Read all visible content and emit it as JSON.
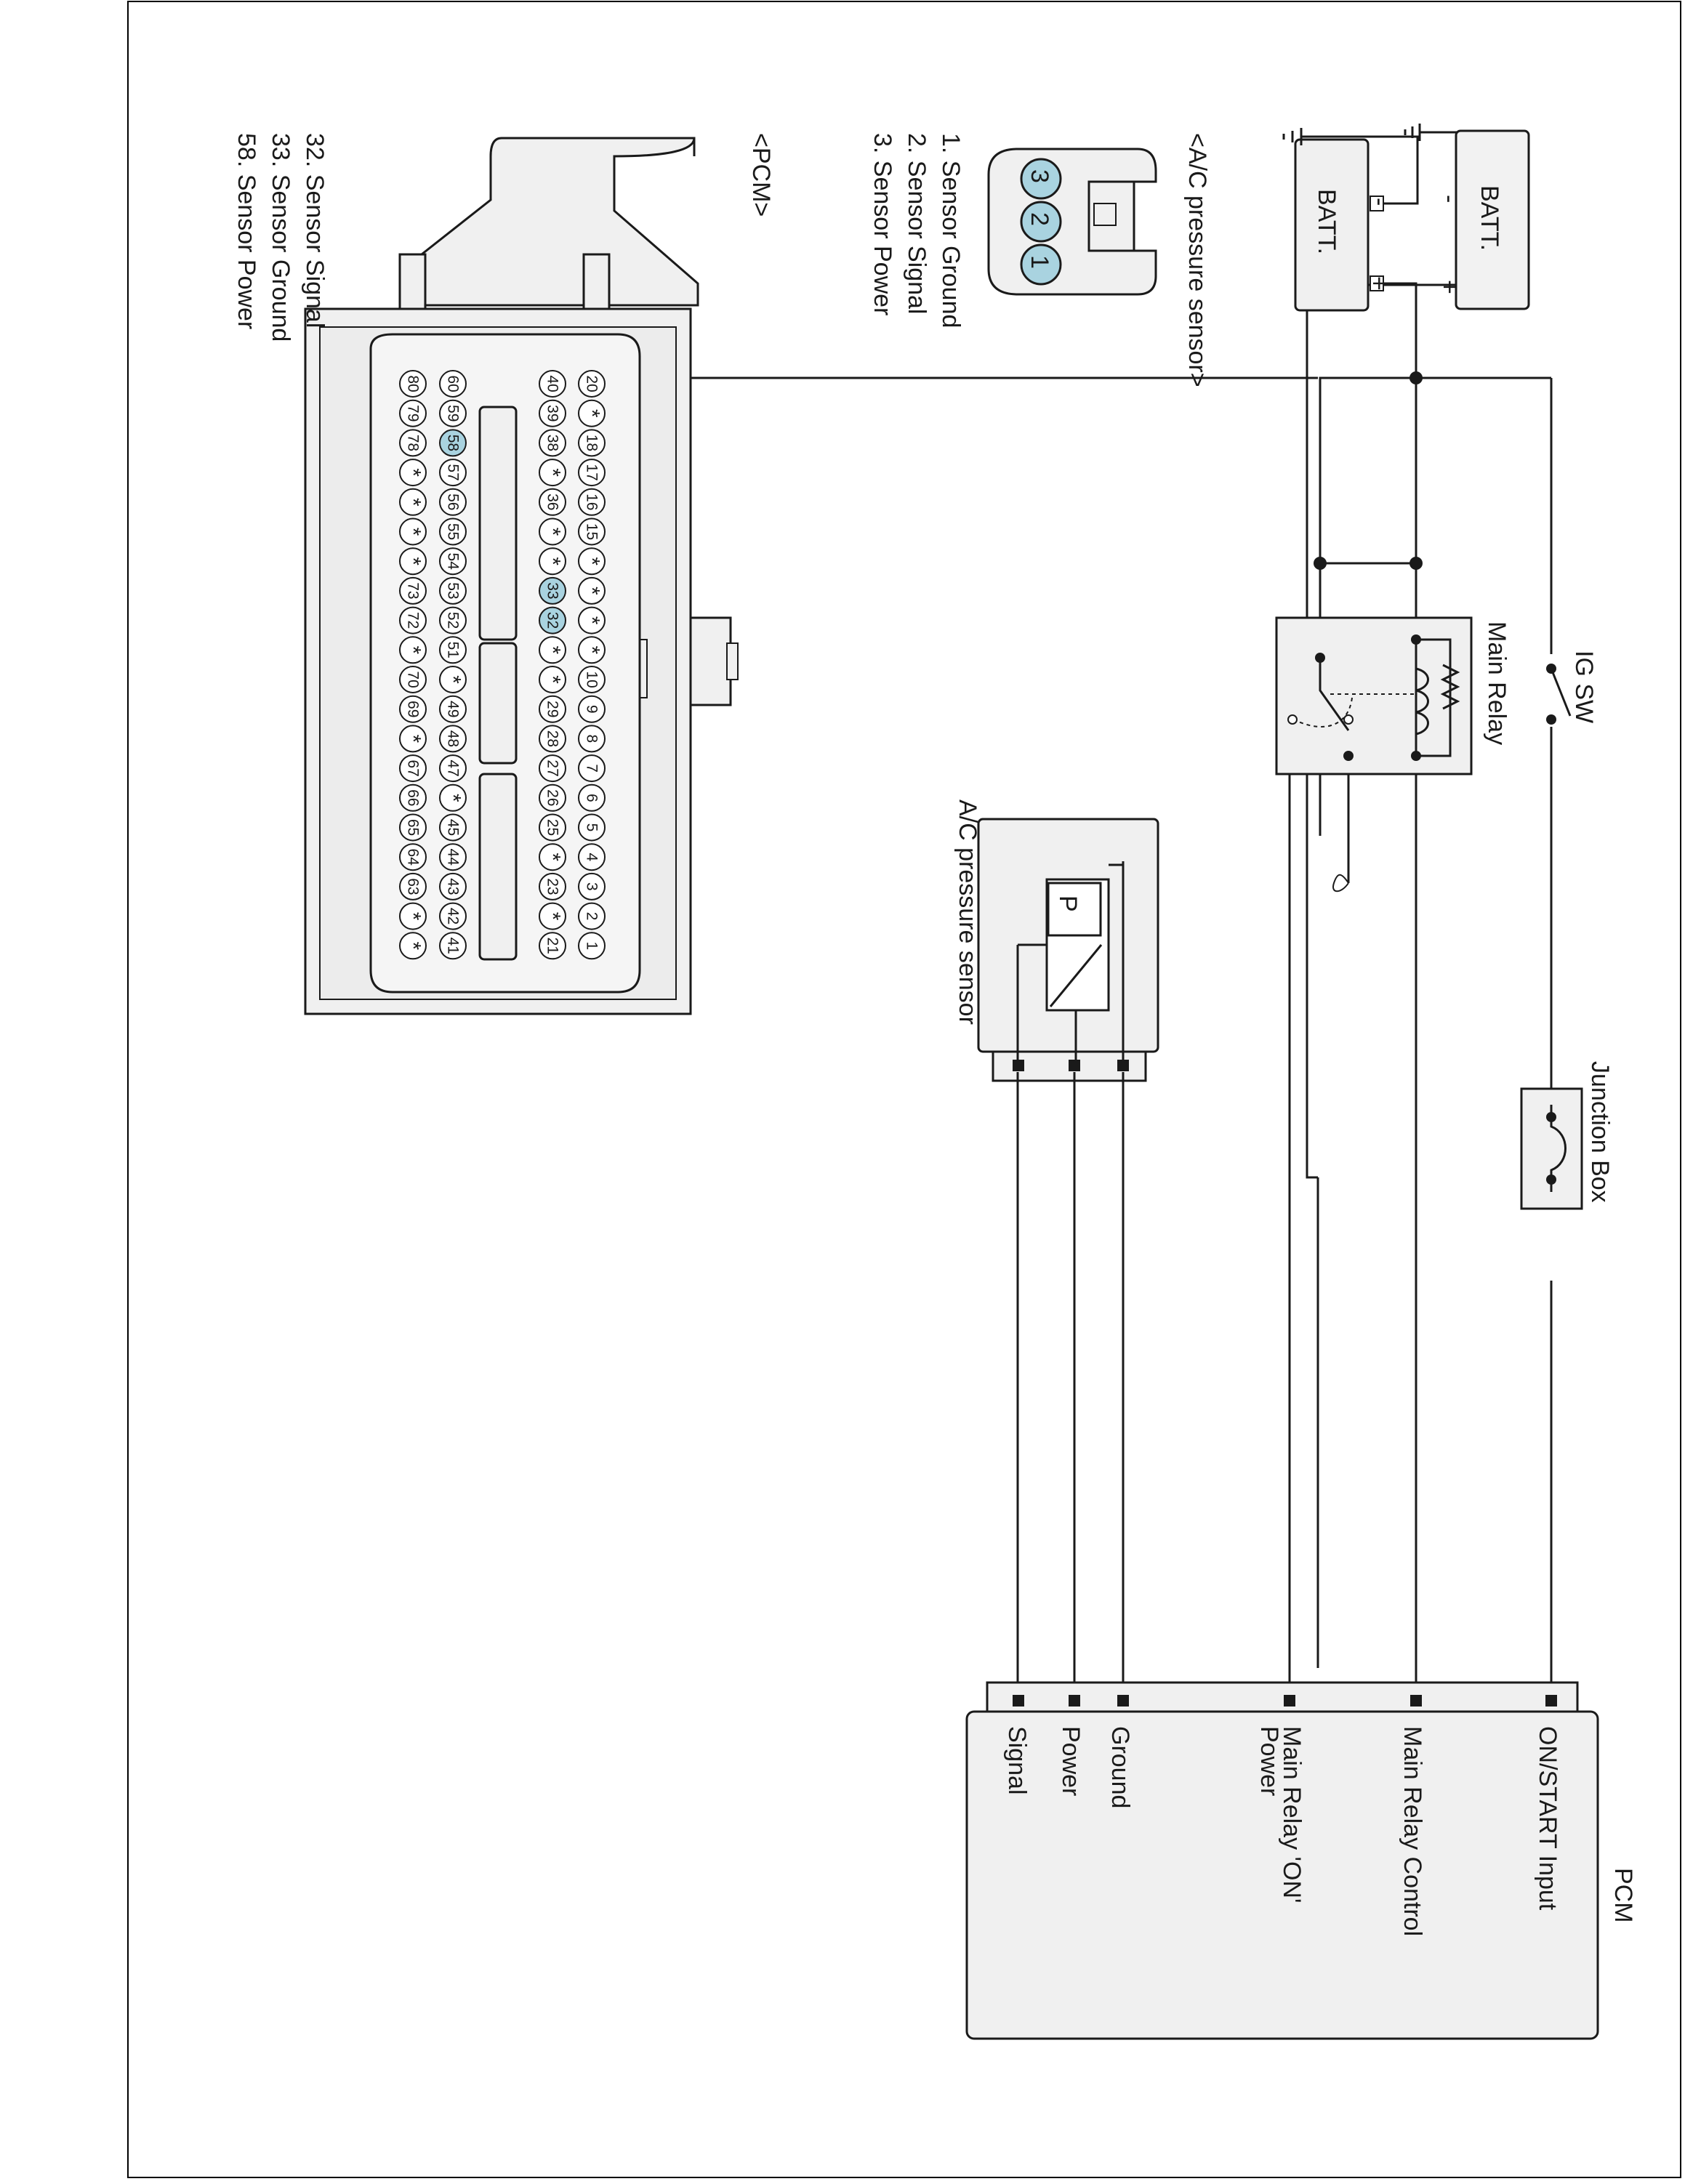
{
  "diagram": {
    "components": {
      "ig_sw": "IG SW",
      "main_relay": "Main Relay",
      "junction_box": "Junction Box",
      "battery": "BATT.",
      "battery_minus": "-",
      "battery_plus": "+",
      "sensor": "A/C pressure sensor",
      "sensor_symbol": "P",
      "pcm": "PCM"
    },
    "pcm_pins": [
      "ON/START Input",
      "Main Relay Control",
      "Main Relay 'ON'",
      "Power",
      "Ground",
      "Power",
      "Signal"
    ],
    "sensor_connector": {
      "title": "<A/C pressure sensor>",
      "pins": [
        "3",
        "2",
        "1"
      ],
      "legend": [
        "1. Sensor Ground",
        "2. Sensor Signal",
        "3. Sensor Power"
      ]
    },
    "pcm_connector": {
      "title": "<PCM>",
      "legend": [
        "32. Sensor Signal",
        "33. Sensor Ground",
        "58. Sensor Power"
      ],
      "highlight_color": "#a9d3e0",
      "highlighted_pins": [
        "32",
        "33",
        "58"
      ],
      "rows": [
        [
          "20",
          "*",
          "18",
          "17",
          "16",
          "15",
          "*",
          "*",
          "*",
          "*",
          "10",
          "9",
          "8",
          "7",
          "6",
          "5",
          "4",
          "3",
          "2",
          "1"
        ],
        [
          "40",
          "39",
          "38",
          "*",
          "36",
          "*",
          "*",
          "33",
          "32",
          "*",
          "*",
          "29",
          "28",
          "27",
          "26",
          "25",
          "*",
          "23",
          "*",
          "21"
        ],
        [
          "60",
          "59",
          "58",
          "57",
          "56",
          "55",
          "54",
          "53",
          "52",
          "51",
          "*",
          "49",
          "48",
          "47",
          "*",
          "45",
          "44",
          "43",
          "42",
          "41"
        ],
        [
          "80",
          "79",
          "78",
          "*",
          "*",
          "*",
          "*",
          "73",
          "72",
          "*",
          "70",
          "69",
          "*",
          "67",
          "66",
          "65",
          "64",
          "63",
          "*",
          "*"
        ]
      ]
    }
  }
}
